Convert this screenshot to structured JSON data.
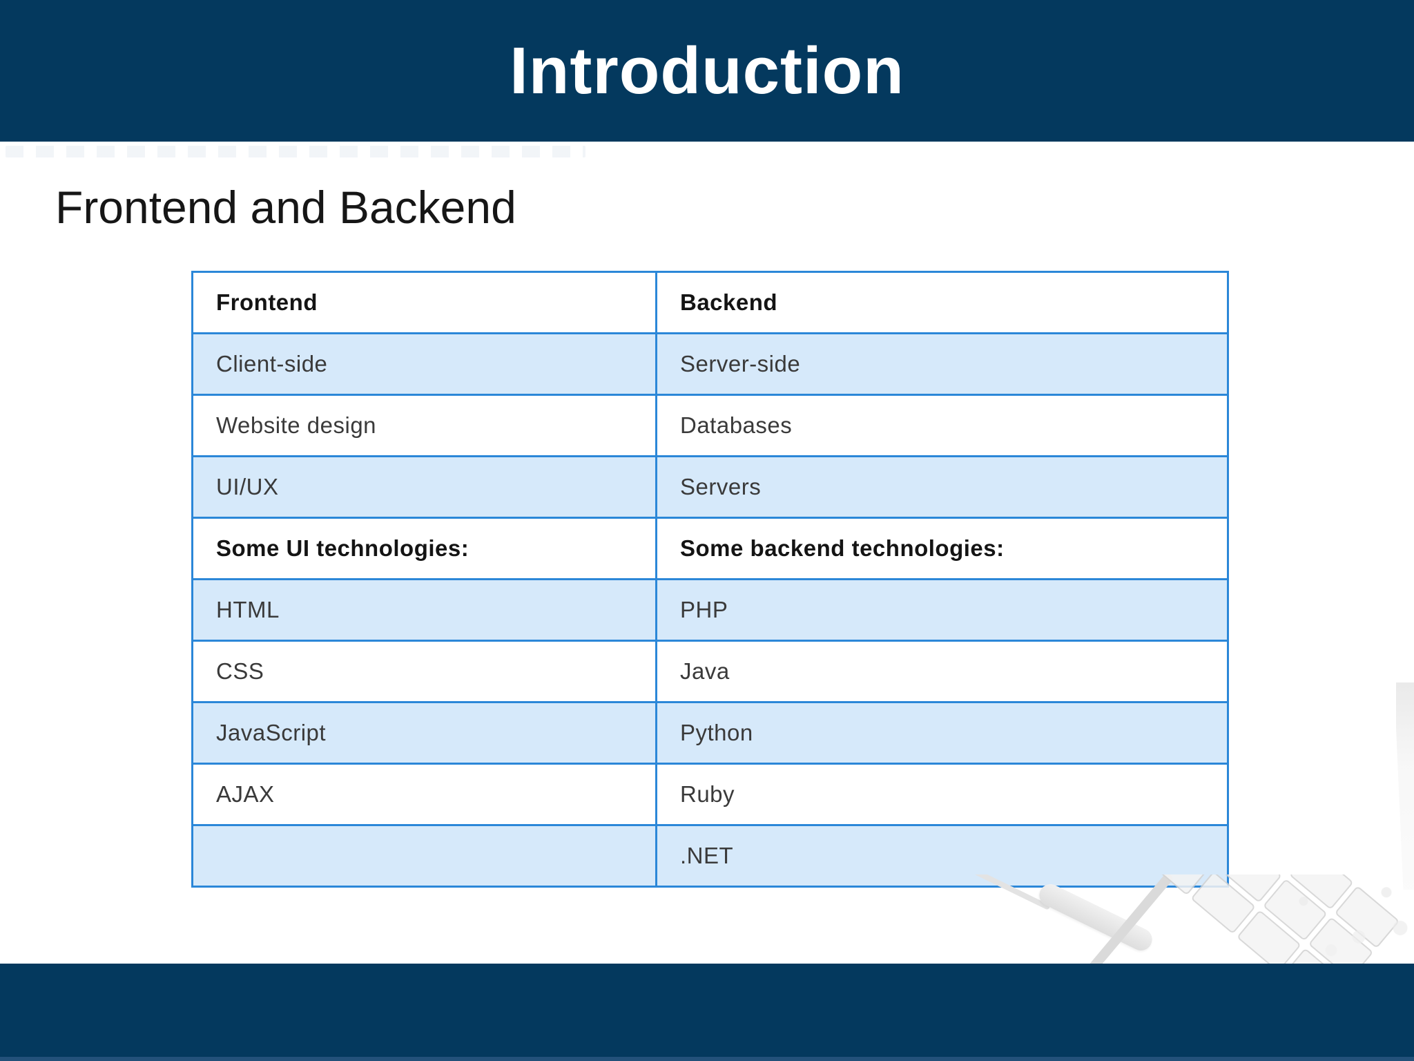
{
  "slide": {
    "title": "Introduction",
    "heading": "Frontend and Backend"
  },
  "table": {
    "columns": [
      "Frontend",
      "Backend"
    ],
    "rows": [
      {
        "frontend": "Client-side",
        "backend": "Server-side",
        "bold": false
      },
      {
        "frontend": "Website design",
        "backend": "Databases",
        "bold": false
      },
      {
        "frontend": "UI/UX",
        "backend": "Servers",
        "bold": false
      },
      {
        "frontend": "Some UI technologies:",
        "backend": "Some backend technologies:",
        "bold": true
      },
      {
        "frontend": "HTML",
        "backend": "PHP",
        "bold": false
      },
      {
        "frontend": "CSS",
        "backend": "Java",
        "bold": false
      },
      {
        "frontend": "JavaScript",
        "backend": "Python",
        "bold": false
      },
      {
        "frontend": "AJAX",
        "backend": "Ruby",
        "bold": false
      },
      {
        "frontend": "",
        "backend": ".NET",
        "bold": false
      }
    ]
  },
  "colors": {
    "navy": "#04395e",
    "row_alt": "#d6e9fa",
    "table_border": "#2b87d8",
    "title_text": "#ffffff",
    "heading_text": "#161616",
    "cell_text": "#3a3a3a",
    "header_cell_text": "#141414",
    "footer_edge": "#23517a"
  }
}
